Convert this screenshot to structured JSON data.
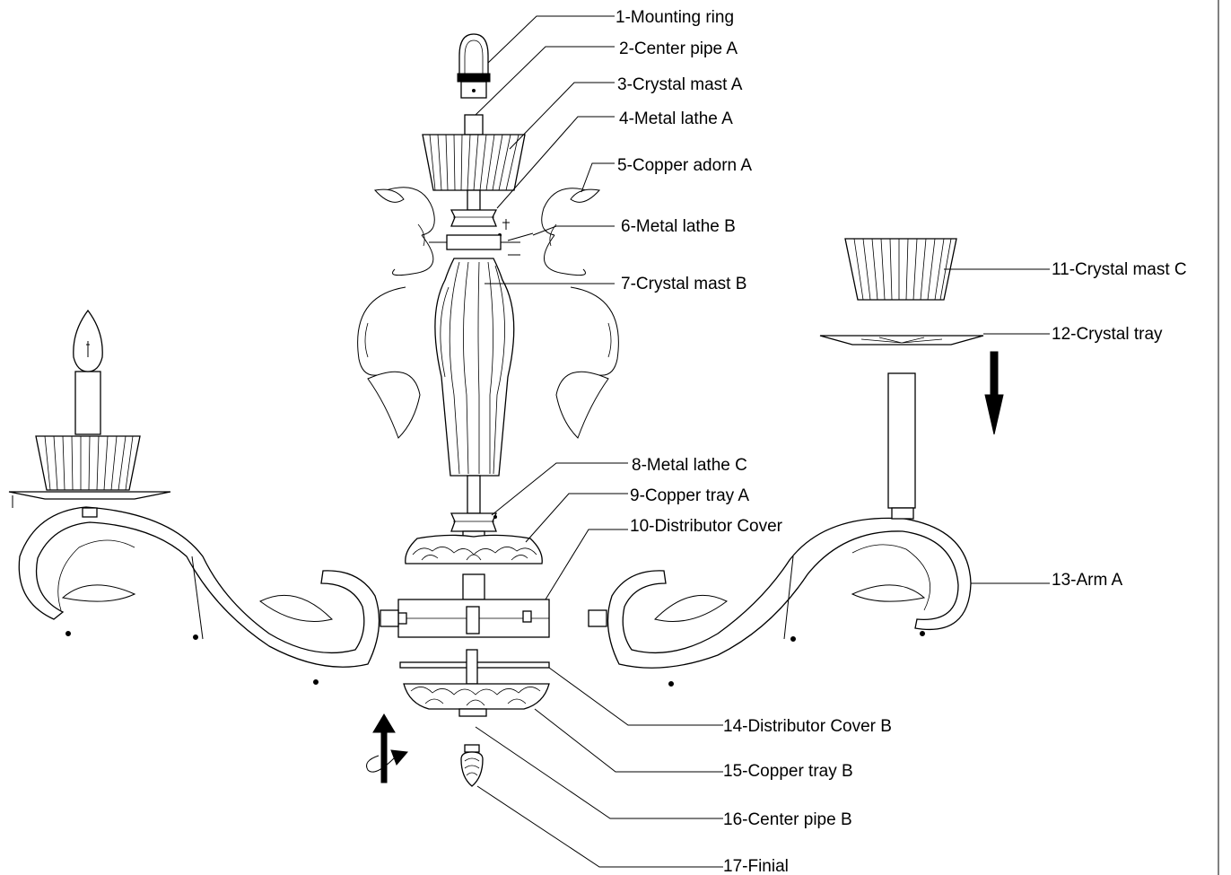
{
  "colors": {
    "background": "#ffffff",
    "ink": "#000000"
  },
  "labels": [
    "1-Mounting ring",
    "2-Center pipe A",
    "3-Crystal mast A",
    "4-Metal lathe A",
    "5-Copper adorn A",
    "6-Metal lathe B",
    "7-Crystal mast B",
    "8-Metal lathe C",
    "9-Copper tray A",
    "10-Distributor Cover",
    "11-Crystal mast C",
    "12-Crystal tray",
    "13-Arm A",
    "14-Distributor Cover B",
    "15-Copper tray B",
    "16-Center pipe B",
    "17-Finial"
  ],
  "icons": [
    "down-arrow-icon",
    "rotate-arrow-icon"
  ]
}
